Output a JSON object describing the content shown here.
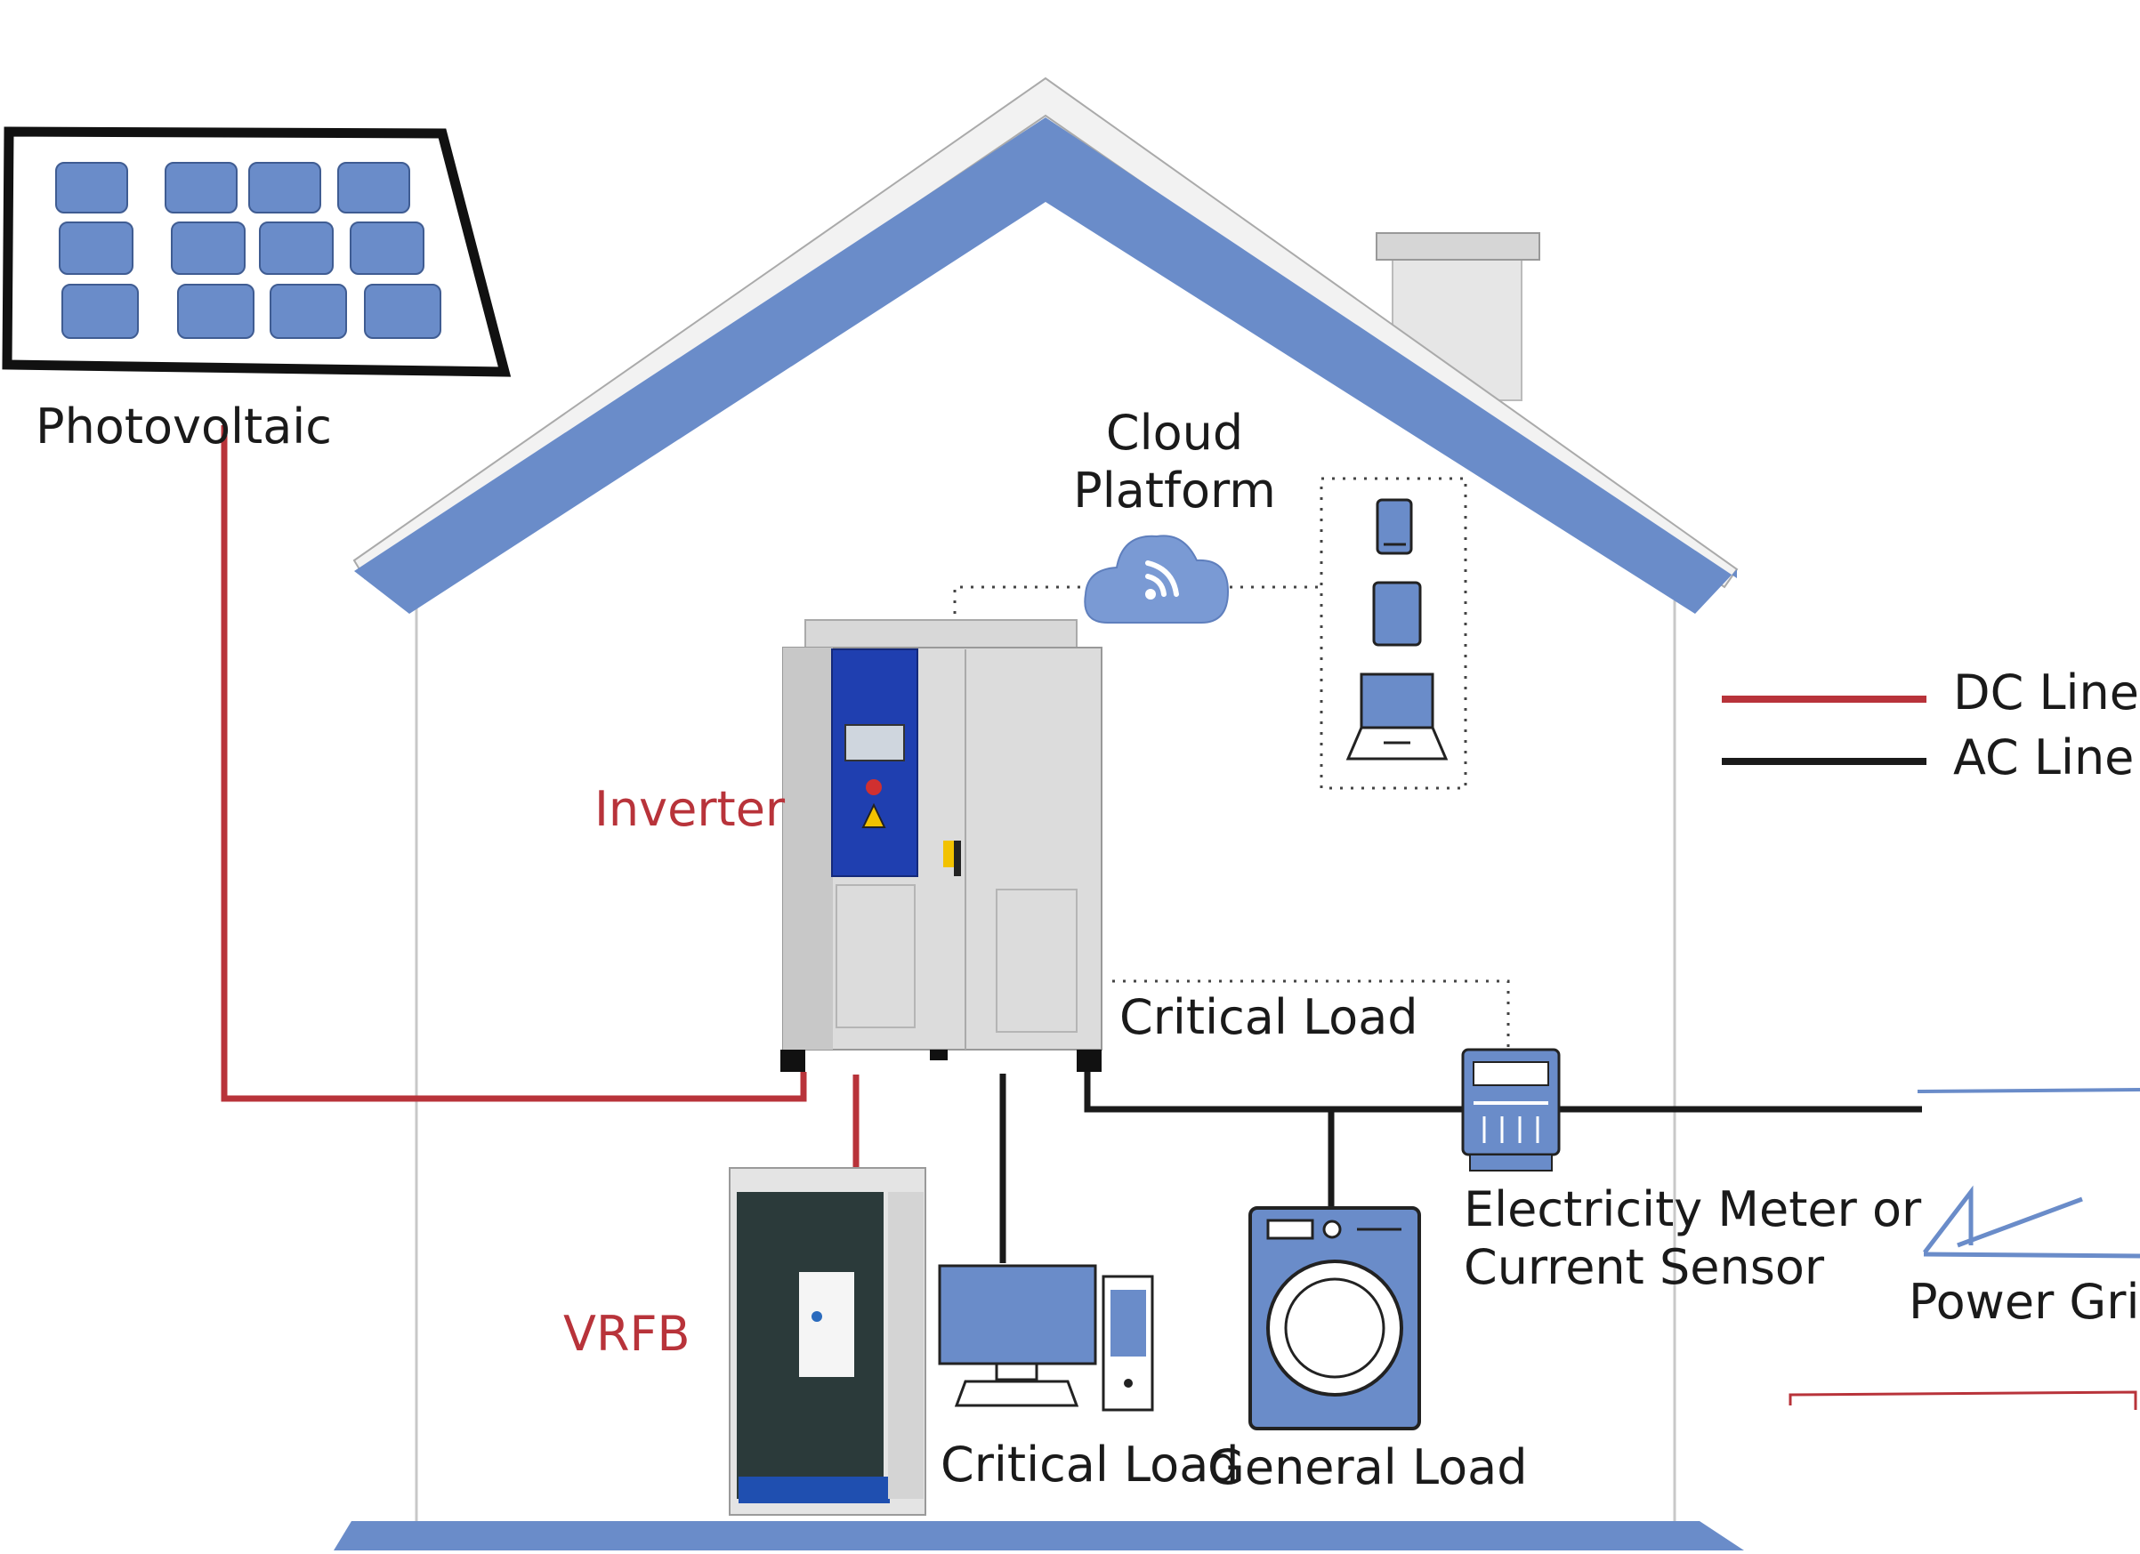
{
  "labels": {
    "photovoltaic": "Photovoltaic",
    "cloud_platform_line1": "Cloud",
    "cloud_platform_line2": "Platform",
    "inverter": "Inverter",
    "critical_load_top": "Critical Load",
    "electricity_meter_line1": "Electricity Meter or",
    "electricity_meter_line2": "Current Sensor",
    "power_grid": "Power Grid",
    "vrfb": "VRFB",
    "critical_load_bottom": "Critical Load",
    "general_load": "General Load"
  },
  "legend": {
    "dc_line": "DC Line",
    "ac_line": "AC Line"
  },
  "icons": {
    "solar_panel": "solar-panel-icon",
    "cloud": "cloud-wifi-icon",
    "phone": "phone-icon",
    "tablet": "tablet-icon",
    "laptop": "laptop-icon",
    "inverter": "inverter-cabinet",
    "vrfb": "battery-cabinet",
    "computer": "desktop-computer-icon",
    "washing_machine": "washing-machine-icon",
    "meter": "electricity-meter-icon",
    "power_grid": "power-grid-icon"
  },
  "colors": {
    "roof_blue": "#6a8cc9",
    "dc_red": "#b8333a",
    "ac_black": "#1a1a1a",
    "panel_blue": "#6a8cc9",
    "inverter_blue": "#1f3fb0",
    "label_red": "#b8333a"
  }
}
